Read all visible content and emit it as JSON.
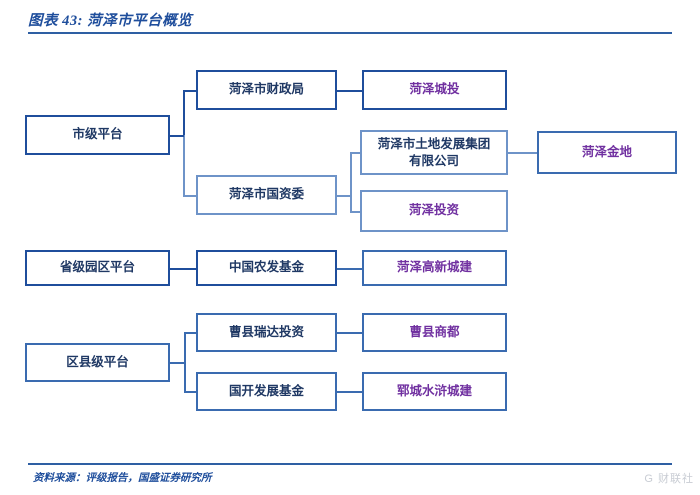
{
  "header": {
    "title": "图表 43: 菏泽市平台概览"
  },
  "footer": {
    "source": "资料来源：评级报告，国盛证券研究所",
    "watermark": "G 财联社"
  },
  "diagram": {
    "type": "org-chart",
    "groups": [
      {
        "id": "city-level",
        "root": "市级平台",
        "branches": [
          {
            "owner": "菏泽市财政局",
            "platforms": [
              "菏泽城投"
            ]
          },
          {
            "owner": "菏泽市国资委",
            "platforms": [
              "菏泽市土地发展集团有限公司",
              "菏泽投资"
            ],
            "subsidiaries": [
              "菏泽金地"
            ]
          }
        ]
      },
      {
        "id": "provincial-park-level",
        "root": "省级园区平台",
        "branches": [
          {
            "owner": "中国农发基金",
            "platforms": [
              "菏泽高新城建"
            ]
          }
        ]
      },
      {
        "id": "district-county-level",
        "root": "区县级平台",
        "branches": [
          {
            "owner": "曹县瑞达投资",
            "platforms": [
              "曹县商都"
            ]
          },
          {
            "owner": "国开发展基金",
            "platforms": [
              "郓城水浒城建"
            ]
          }
        ]
      }
    ],
    "nodes": {
      "city_platform": "市级平台",
      "finance_bureau": "菏泽市财政局",
      "sasac": "菏泽市国资委",
      "heze_chengtou": "菏泽城投",
      "land_group_line1": "菏泽市土地发展集团",
      "land_group_line2": "有限公司",
      "heze_jindi": "菏泽金地",
      "heze_investment": "菏泽投资",
      "provincial_park_platform": "省级园区平台",
      "agri_fund": "中国农发基金",
      "heze_gaoxin": "菏泽高新城建",
      "district_platform": "区县级平台",
      "caoxian_ruida": "曹县瑞达投资",
      "caoxian_shangdu": "曹县商都",
      "guokai_fund": "国开发展基金",
      "yuncheng_shuihu": "郓城水浒城建"
    }
  },
  "colors": {
    "accent": "#1F4E9C",
    "border_dark": "#1F4E9C",
    "border_mid": "#3A6BB0",
    "border_light": "#6E93C8",
    "text_navy": "#1F3864",
    "text_purple": "#7030A0"
  }
}
